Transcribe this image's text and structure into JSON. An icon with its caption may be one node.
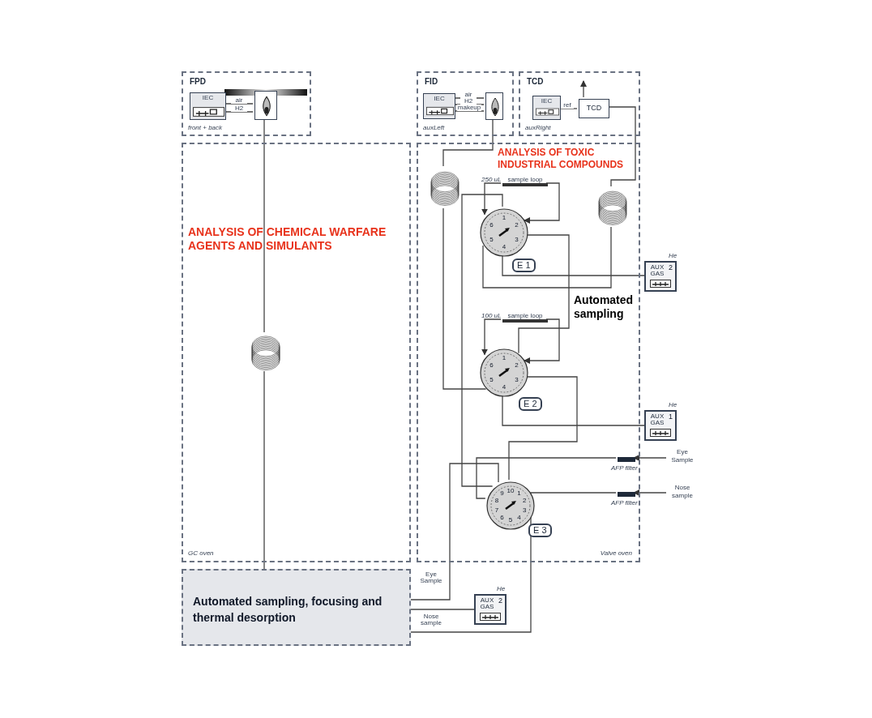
{
  "diagram": {
    "nodes": [
      {
        "text": [
          "FPD",
          "front + back"
        ]
      },
      {
        "text": [
          "IEC"
        ],
        "in": 0
      },
      {
        "text": [],
        "shape": "box",
        "in": 0
      },
      {
        "text": [
          "FID",
          "auxLeft"
        ]
      },
      {
        "text": [
          "IEC"
        ],
        "in": 3
      },
      {
        "text": [],
        "shape": "box",
        "in": 3
      },
      {
        "text": [
          "TCD",
          "auxRight"
        ]
      },
      {
        "text": [
          "IEC"
        ],
        "in": 6
      },
      {
        "text": [
          "TCD"
        ],
        "in": 6
      },
      {
        "text": [
          "GC oven"
        ]
      },
      {
        "text": [],
        "shape": "coil",
        "in": 9
      },
      {
        "text": [
          "Valve oven"
        ]
      },
      {
        "text": [],
        "shape": "coil",
        "in": 11
      },
      {
        "text": [],
        "shape": "coil",
        "in": 11
      },
      {
        "text": [
          "1",
          "2",
          "3",
          "4",
          "5",
          "6"
        ],
        "beside": [
          "E 1"
        ],
        "in": 11
      },
      {
        "text": [
          "sample loop"
        ],
        "beside": [
          "250 uL"
        ],
        "in": 11
      },
      {
        "text": [
          "1",
          "2",
          "3",
          "4",
          "5",
          "6"
        ],
        "beside": [
          "E 2"
        ],
        "in": 11
      },
      {
        "text": [
          "sample loop"
        ],
        "beside": [
          "100 uL"
        ],
        "in": 11
      },
      {
        "text": [
          "10",
          "1",
          "2",
          "3",
          "4",
          "5",
          "6",
          "7",
          "8",
          "9"
        ],
        "beside": [
          "E 3"
        ],
        "in": 11
      },
      {
        "text": [],
        "shape": "bar",
        "beside": [
          "AFP filter"
        ],
        "in": 11
      },
      {
        "text": [],
        "shape": "bar",
        "beside": [
          "AFP filter"
        ],
        "in": 11
      },
      {
        "text": [
          "AUX GAS",
          "2"
        ],
        "beside": [
          "He"
        ]
      },
      {
        "text": [
          "AUX GAS",
          "1"
        ],
        "beside": [
          "He"
        ]
      },
      {
        "text": [
          "Automated sampling, focusing and thermal desorption"
        ]
      },
      {
        "text": [
          "AUX GAS",
          "2"
        ],
        "beside": [
          "He"
        ]
      },
      {
        "text": [
          "Eye Sample"
        ]
      },
      {
        "text": [
          "Nose sample"
        ]
      }
    ],
    "edges": [
      {
        "from": 1,
        "to": 2,
        "arrow": "none",
        "label": "air"
      },
      {
        "from": 1,
        "to": 2,
        "arrow": "none",
        "label": "H2"
      },
      {
        "from": 4,
        "to": 5,
        "arrow": "none",
        "label": "air"
      },
      {
        "from": 4,
        "to": 5,
        "arrow": "none",
        "label": "H2"
      },
      {
        "from": 4,
        "to": 5,
        "arrow": "none",
        "label": "makeup"
      },
      {
        "from": 7,
        "to": 8,
        "arrow": "none",
        "label": "ref"
      },
      {
        "from": 8,
        "to": null,
        "arrow": "to"
      },
      {
        "from": 2,
        "to": 10,
        "arrow": "none"
      },
      {
        "from": 10,
        "to": 23,
        "arrow": "none"
      },
      {
        "from": 5,
        "to": 12,
        "arrow": "none"
      },
      {
        "from": 12,
        "to": 16,
        "arrow": "none"
      },
      {
        "from": 8,
        "to": 13,
        "arrow": "none"
      },
      {
        "from": 13,
        "to": 14,
        "arrow": "none"
      },
      {
        "from": 21,
        "to": 14,
        "arrow": "none"
      },
      {
        "from": 15,
        "to": 14,
        "arrow": "to"
      },
      {
        "from": 15,
        "to": 14,
        "arrow": "to"
      },
      {
        "from": 17,
        "to": 16,
        "arrow": "to"
      },
      {
        "from": 17,
        "to": 16,
        "arrow": "to"
      },
      {
        "from": 14,
        "to": 16,
        "arrow": "none"
      },
      {
        "from": 22,
        "to": 16,
        "arrow": "none"
      },
      {
        "from": 16,
        "to": 18,
        "arrow": "none"
      },
      {
        "from": 19,
        "to": 18,
        "arrow": "none"
      },
      {
        "from": 20,
        "to": 18,
        "arrow": "none"
      },
      {
        "from": 25,
        "to": 19,
        "arrow": "to"
      },
      {
        "from": 26,
        "to": 20,
        "arrow": "to"
      },
      {
        "from": 23,
        "to": 18,
        "arrow": "none",
        "label": "Eye Sample"
      },
      {
        "from": 23,
        "to": 18,
        "arrow": "none",
        "label": "Nose sample"
      },
      {
        "from": 23,
        "to": 24,
        "arrow": "none"
      },
      {
        "from": 18,
        "to": 14,
        "arrow": "none"
      }
    ],
    "labels": [
      "ANALYSIS OF CHEMICAL WARFARE AGENTS AND SIMULANTS",
      "ANALYSIS OF TOXIC INDUSTRIAL COMPOUNDS",
      "Automated sampling"
    ]
  }
}
